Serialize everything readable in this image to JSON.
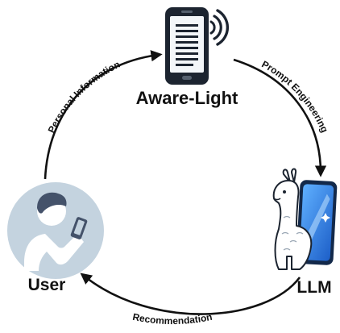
{
  "nodes": {
    "app": {
      "label": "Aware-Light",
      "icon": "smartphone-signal-icon"
    },
    "llm": {
      "label": "LLM",
      "icon": "llama-phone-icon"
    },
    "user": {
      "label": "User",
      "icon": "user-with-phone-icon"
    }
  },
  "edges": {
    "user_to_app": "Personal Information",
    "app_to_llm": "Prompt Engineering",
    "llm_to_user": "Recommendation"
  },
  "colors": {
    "text": "#111111",
    "arrow": "#111111",
    "phone_dark": "#1c2430",
    "phone_screen": "#f3f6f9",
    "user_circle": "#c4d3df",
    "user_figure": "#ffffff",
    "llm_phone": "#2f7fe0",
    "llama": "#ffffff"
  }
}
